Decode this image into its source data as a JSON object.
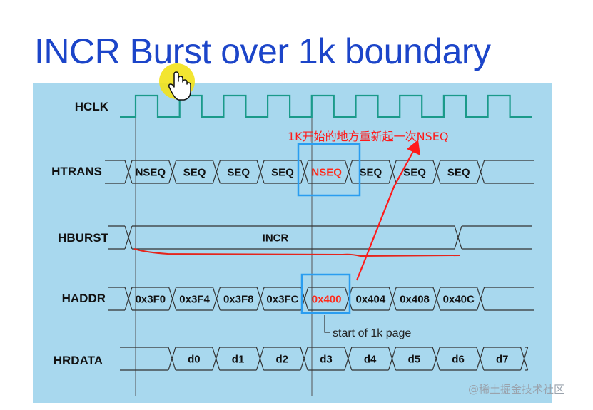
{
  "title": "INCR Burst over 1k boundary",
  "signals": {
    "hclk": "HCLK",
    "htrans": "HTRANS",
    "hburst": "HBURST",
    "haddr": "HADDR",
    "hrdata": "HRDATA"
  },
  "htrans_values": [
    "NSEQ",
    "SEQ",
    "SEQ",
    "SEQ",
    "NSEQ",
    "SEQ",
    "SEQ",
    "SEQ"
  ],
  "hburst_value": "INCR",
  "haddr_values": [
    "0x3F0",
    "0x3F4",
    "0x3F8",
    "0x3FC",
    "0x400",
    "0x404",
    "0x408",
    "0x40C"
  ],
  "hrdata_values": [
    "d0",
    "d1",
    "d2",
    "d3",
    "d4",
    "d5",
    "d6",
    "d7"
  ],
  "highlight_index": 4,
  "annotation_cn": "1K开始的地方重新起一次NSEQ",
  "page_note": "start of 1k page",
  "watermark": "@稀土掘金技术社区",
  "colors": {
    "title": "#1c45c9",
    "panel": "#a8d8ee",
    "clock": "#1a9a8a",
    "highlight_text": "#ff2a1a",
    "annotation": "#ff1a1a",
    "box": "#2a9df0",
    "cursor_halo": "#f2e21a"
  },
  "icons": {
    "cursor": "hand-pointer-icon"
  }
}
